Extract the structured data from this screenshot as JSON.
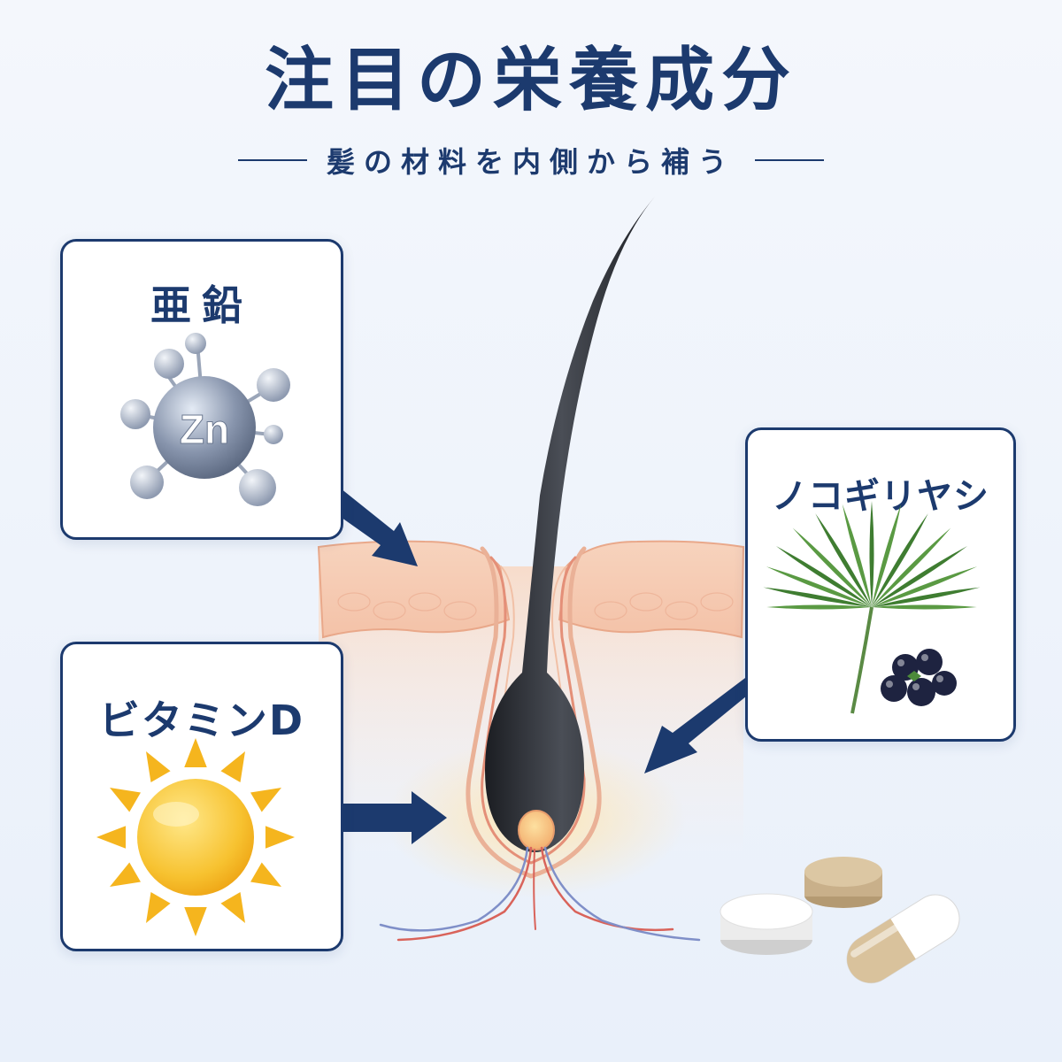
{
  "header": {
    "title": "注目の栄養成分",
    "subtitle": "髪の材料を内側から補う"
  },
  "cards": {
    "zinc": {
      "label": "亜鉛",
      "symbol": "Zn"
    },
    "vitamin_d": {
      "label": "ビタミンD"
    },
    "saw_palmetto": {
      "label": "ノコギリヤシ"
    }
  },
  "colors": {
    "navy": "#1c3a6e",
    "hair": "#2a2d33",
    "skin": "#f3c8b0",
    "sun": "#f5b51e",
    "leaf": "#4c8a3a",
    "berry": "#1e2340"
  },
  "icons": [
    "zinc-molecule-icon",
    "sun-icon",
    "saw-palmetto-leaf-icon",
    "berry-cluster-icon",
    "supplement-pills-icon",
    "hair-follicle-illustration"
  ]
}
